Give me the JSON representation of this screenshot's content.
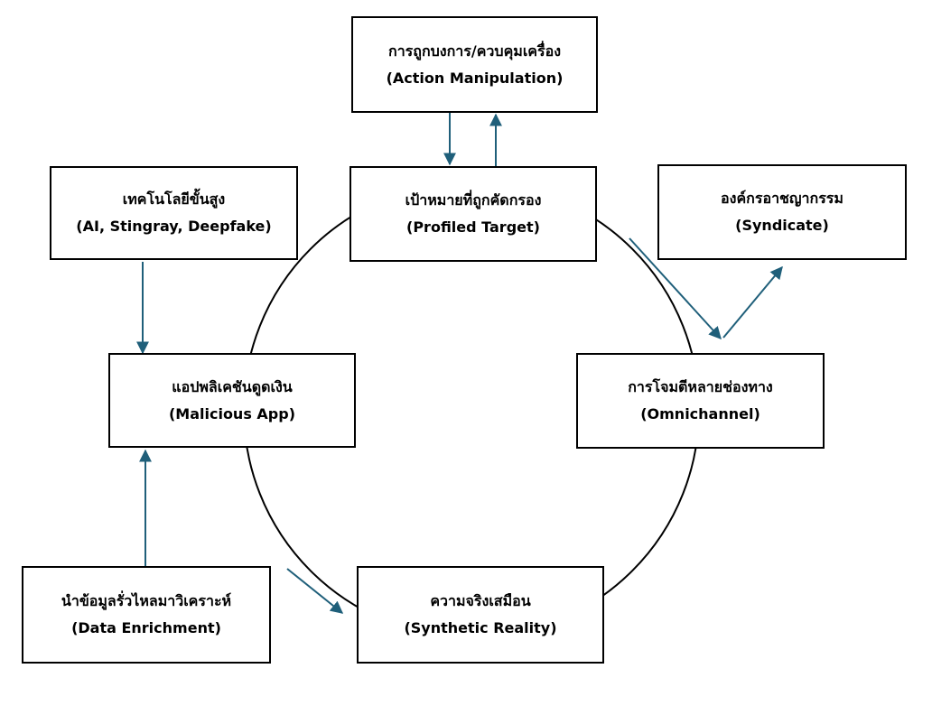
{
  "colors": {
    "arrow": "#1f5f7a",
    "circle": "#000000",
    "box_border": "#000000"
  },
  "nodes": {
    "action": {
      "thai": "การถูกบงการ/ควบคุมเครื่อง",
      "english": "(Action Manipulation)"
    },
    "target": {
      "thai": "เป้าหมายที่ถูกคัดกรอง",
      "english": "(Profiled Target)"
    },
    "tech": {
      "thai": "เทคโนโลยีขั้นสูง",
      "english": "(AI, Stingray, Deepfake)"
    },
    "syndicate": {
      "thai": "องค์กรอาชญากรรม",
      "english": "(Syndicate)"
    },
    "app": {
      "thai": "แอปพลิเคชันดูดเงิน",
      "english": "(Malicious App)"
    },
    "omni": {
      "thai": "การโจมตีหลายช่องทาง",
      "english": "(Omnichannel)"
    },
    "data": {
      "thai": "นำข้อมูลรั่วไหลมาวิเคราะห์",
      "english": "(Data Enrichment)"
    },
    "synthetic": {
      "thai": "ความจริงเสมือน",
      "english": "(Synthetic Reality)"
    }
  },
  "edges": [
    {
      "from": "action",
      "to": "target"
    },
    {
      "from": "target",
      "to": "action"
    },
    {
      "from": "target",
      "to": "omni"
    },
    {
      "from": "omni",
      "to": "syndicate"
    },
    {
      "from": "tech",
      "to": "app"
    },
    {
      "from": "data",
      "to": "app"
    },
    {
      "from": "data",
      "to": "synthetic"
    }
  ]
}
